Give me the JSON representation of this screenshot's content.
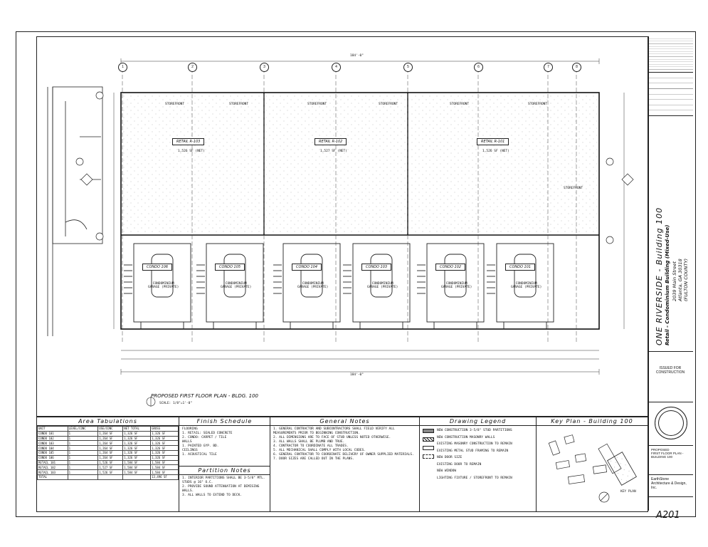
{
  "top_dim": "184'-0\"",
  "bottom_dim": "184'-0\"",
  "grid_labels": [
    "1",
    "2",
    "3",
    "4",
    "5",
    "6",
    "7",
    "8"
  ],
  "retail_units": [
    {
      "name": "RETAIL R-103",
      "area": "1,526 SF (NET)"
    },
    {
      "name": "RETAIL R-102",
      "area": "1,527 SF (NET)"
    },
    {
      "name": "RETAIL R-101",
      "area": "1,526 SF (NET)"
    }
  ],
  "condo_units": [
    "CONDO 106",
    "CONDO 105",
    "CONDO 104",
    "CONDO 103",
    "CONDO 102",
    "CONDO 101"
  ],
  "storefront_label": "STOREFRONT",
  "garage_label": "CONDOMINIUM\nGARAGE (PRIVATE)",
  "plan_caption": "PROPOSED FIRST FLOOR PLAN - BLDG. 100",
  "plan_scale": "SCALE: 1/8\"=1'-0\"",
  "panels": {
    "area": "Area Tabulations",
    "finish": "Finish Schedule",
    "partition": "Partition Notes",
    "general": "General Notes",
    "legend": "Drawing Legend",
    "key": "Key Plan - Building 100"
  },
  "area_headers": [
    "UNIT",
    "LEVEL/CONC",
    "USE/CONC",
    "NET TOTAL",
    "GROSS",
    "NET TOTAL"
  ],
  "area_rows": [
    [
      "CONDO 101",
      "1",
      "1,264 SF",
      "1,326 SF",
      "1,326 SF"
    ],
    [
      "CONDO 102",
      "1",
      "1,264 SF",
      "1,326 SF",
      "1,326 SF"
    ],
    [
      "CONDO 103",
      "1",
      "1,264 SF",
      "1,326 SF",
      "1,326 SF"
    ],
    [
      "CONDO 104",
      "1",
      "1,264 SF",
      "1,326 SF",
      "1,326 SF"
    ],
    [
      "CONDO 105",
      "1",
      "1,264 SF",
      "1,326 SF",
      "1,326 SF"
    ],
    [
      "CONDO 106",
      "1",
      "1,264 SF",
      "1,326 SF",
      "1,326 SF"
    ],
    [
      "RETAIL 101",
      "1",
      "1,526 SF",
      "1,584 SF",
      "1,584 SF"
    ],
    [
      "RETAIL 102",
      "1",
      "1,527 SF",
      "1,584 SF",
      "1,584 SF"
    ],
    [
      "RETAIL 103",
      "1",
      "1,526 SF",
      "1,584 SF",
      "1,584 SF"
    ],
    [
      "TOTAL",
      "",
      "",
      "",
      "13,496 SF"
    ]
  ],
  "finish_text": "FLOORING\n1. RETAIL: SEALED CONCRETE\n2. CONDO: CARPET / TILE\nWALLS\n1. PAINTED GYP. BD.\nCEILINGS\n1. ACOUSTICAL TILE",
  "partition_text": "1. INTERIOR PARTITIONS SHALL BE 3-5/8\" MTL. STUDS @ 16\" O.C.\n2. PROVIDE SOUND ATTENUATION AT DEMISING WALLS.\n3. ALL WALLS TO EXTEND TO DECK.",
  "general_text": "1. GENERAL CONTRACTOR AND SUBCONTRACTORS SHALL FIELD VERIFY ALL MEASUREMENTS PRIOR TO BEGINNING CONSTRUCTION.\n2. ALL DIMENSIONS ARE TO FACE OF STUD UNLESS NOTED OTHERWISE.\n3. ALL WALLS SHALL BE PLUMB AND TRUE.\n4. CONTRACTOR TO COORDINATE ALL TRADES.\n5. ALL MECHANICAL SHALL COMPLY WITH LOCAL CODES.\n6. GENERAL CONTRACTOR TO COORDINATE DELIVERY OF OWNER SUPPLIED MATERIALS.\n7. DOOR SIZES ARE CALLED OUT IN THE PLANS.",
  "legend_text": "NEW CONSTRUCTION 3-5/8\" STUD PARTITIONS\nNEW CONSTRUCTION MASONRY WALLS\nEXISTING MASONRY CONSTRUCTION TO REMAIN\nEXISTING METAL STUD FRAMING TO REMAIN\nNEW DOOR SIZE\nEXISTING DOOR TO REMAIN\nNEW WINDOW\nLIGHTING FIXTURE / STOREFRONT TO REMAIN",
  "key_plan_label": "KEY PLAN",
  "project_title": "ONE RIVERSIDE - Building 100",
  "project_sub": "Retail - Condominium Building (Mixed-Use)",
  "address": "2039 Main Street\nAtlanta, GA 30318\n(FULTON COUNTY)",
  "issued": "ISSUED FOR CONSTRUCTION",
  "sheet_title": "PROPOSED\nFIRST FLOOR PLAN -\nBUILDING 100",
  "firm": "EarthStone\nArchitecture & Design, Inc.",
  "sheet_number": "A201"
}
